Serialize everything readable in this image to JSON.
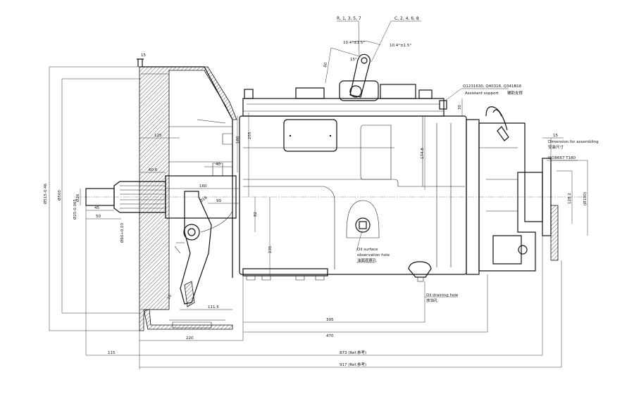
{
  "drawing": {
    "shift_positions": {
      "left": "R, 1, 3, 5, 7",
      "right": "C, 2, 4, 6, 8"
    },
    "angles": {
      "left": "10.4°±1.5°",
      "right": "10.4°±1.5°",
      "tilt": "15°"
    },
    "lever_dim": "80",
    "assistant_support": {
      "parts": "Q1231630, Q40316, Q341B16",
      "label": "Assistant support",
      "label_cn": "辅助支撑",
      "height": "30"
    },
    "assembly": {
      "offset": "15",
      "label": "Dimension for assembling",
      "label_cn": "安装尺寸",
      "flange_std": "ISO8667  T180",
      "dia_a": "128.2",
      "dia_b": "(Ø180)"
    },
    "oil_surface": {
      "label_1": "Oil surface",
      "label_2": "observation hole",
      "label_cn": "油面观察孔"
    },
    "oil_drain": {
      "label": "Oil draining hole",
      "label_cn": "放油孔"
    },
    "dims": {
      "top_15": "15",
      "d125": "125",
      "d60_6": "60.6",
      "d40": "40",
      "d160": "160",
      "d16": "Ø16",
      "d99": "99",
      "d45": "45",
      "d50": "50",
      "d180": "180",
      "d255": "255",
      "d82": "82",
      "d235": "235",
      "d174_8": "174.8",
      "d111_5": "111.5",
      "d10": "10",
      "d395": "395",
      "d470": "470",
      "d220": "220",
      "d115": "115",
      "d873": "873 (Ref,参考)",
      "d917": "917 (Ref,参考)",
      "dia515": "Ø515-0.46",
      "dia500": "Ø500",
      "dia26": "Ø26",
      "dia25": "Ø25-0.065",
      "dia60": "Ø60+0.03"
    }
  }
}
